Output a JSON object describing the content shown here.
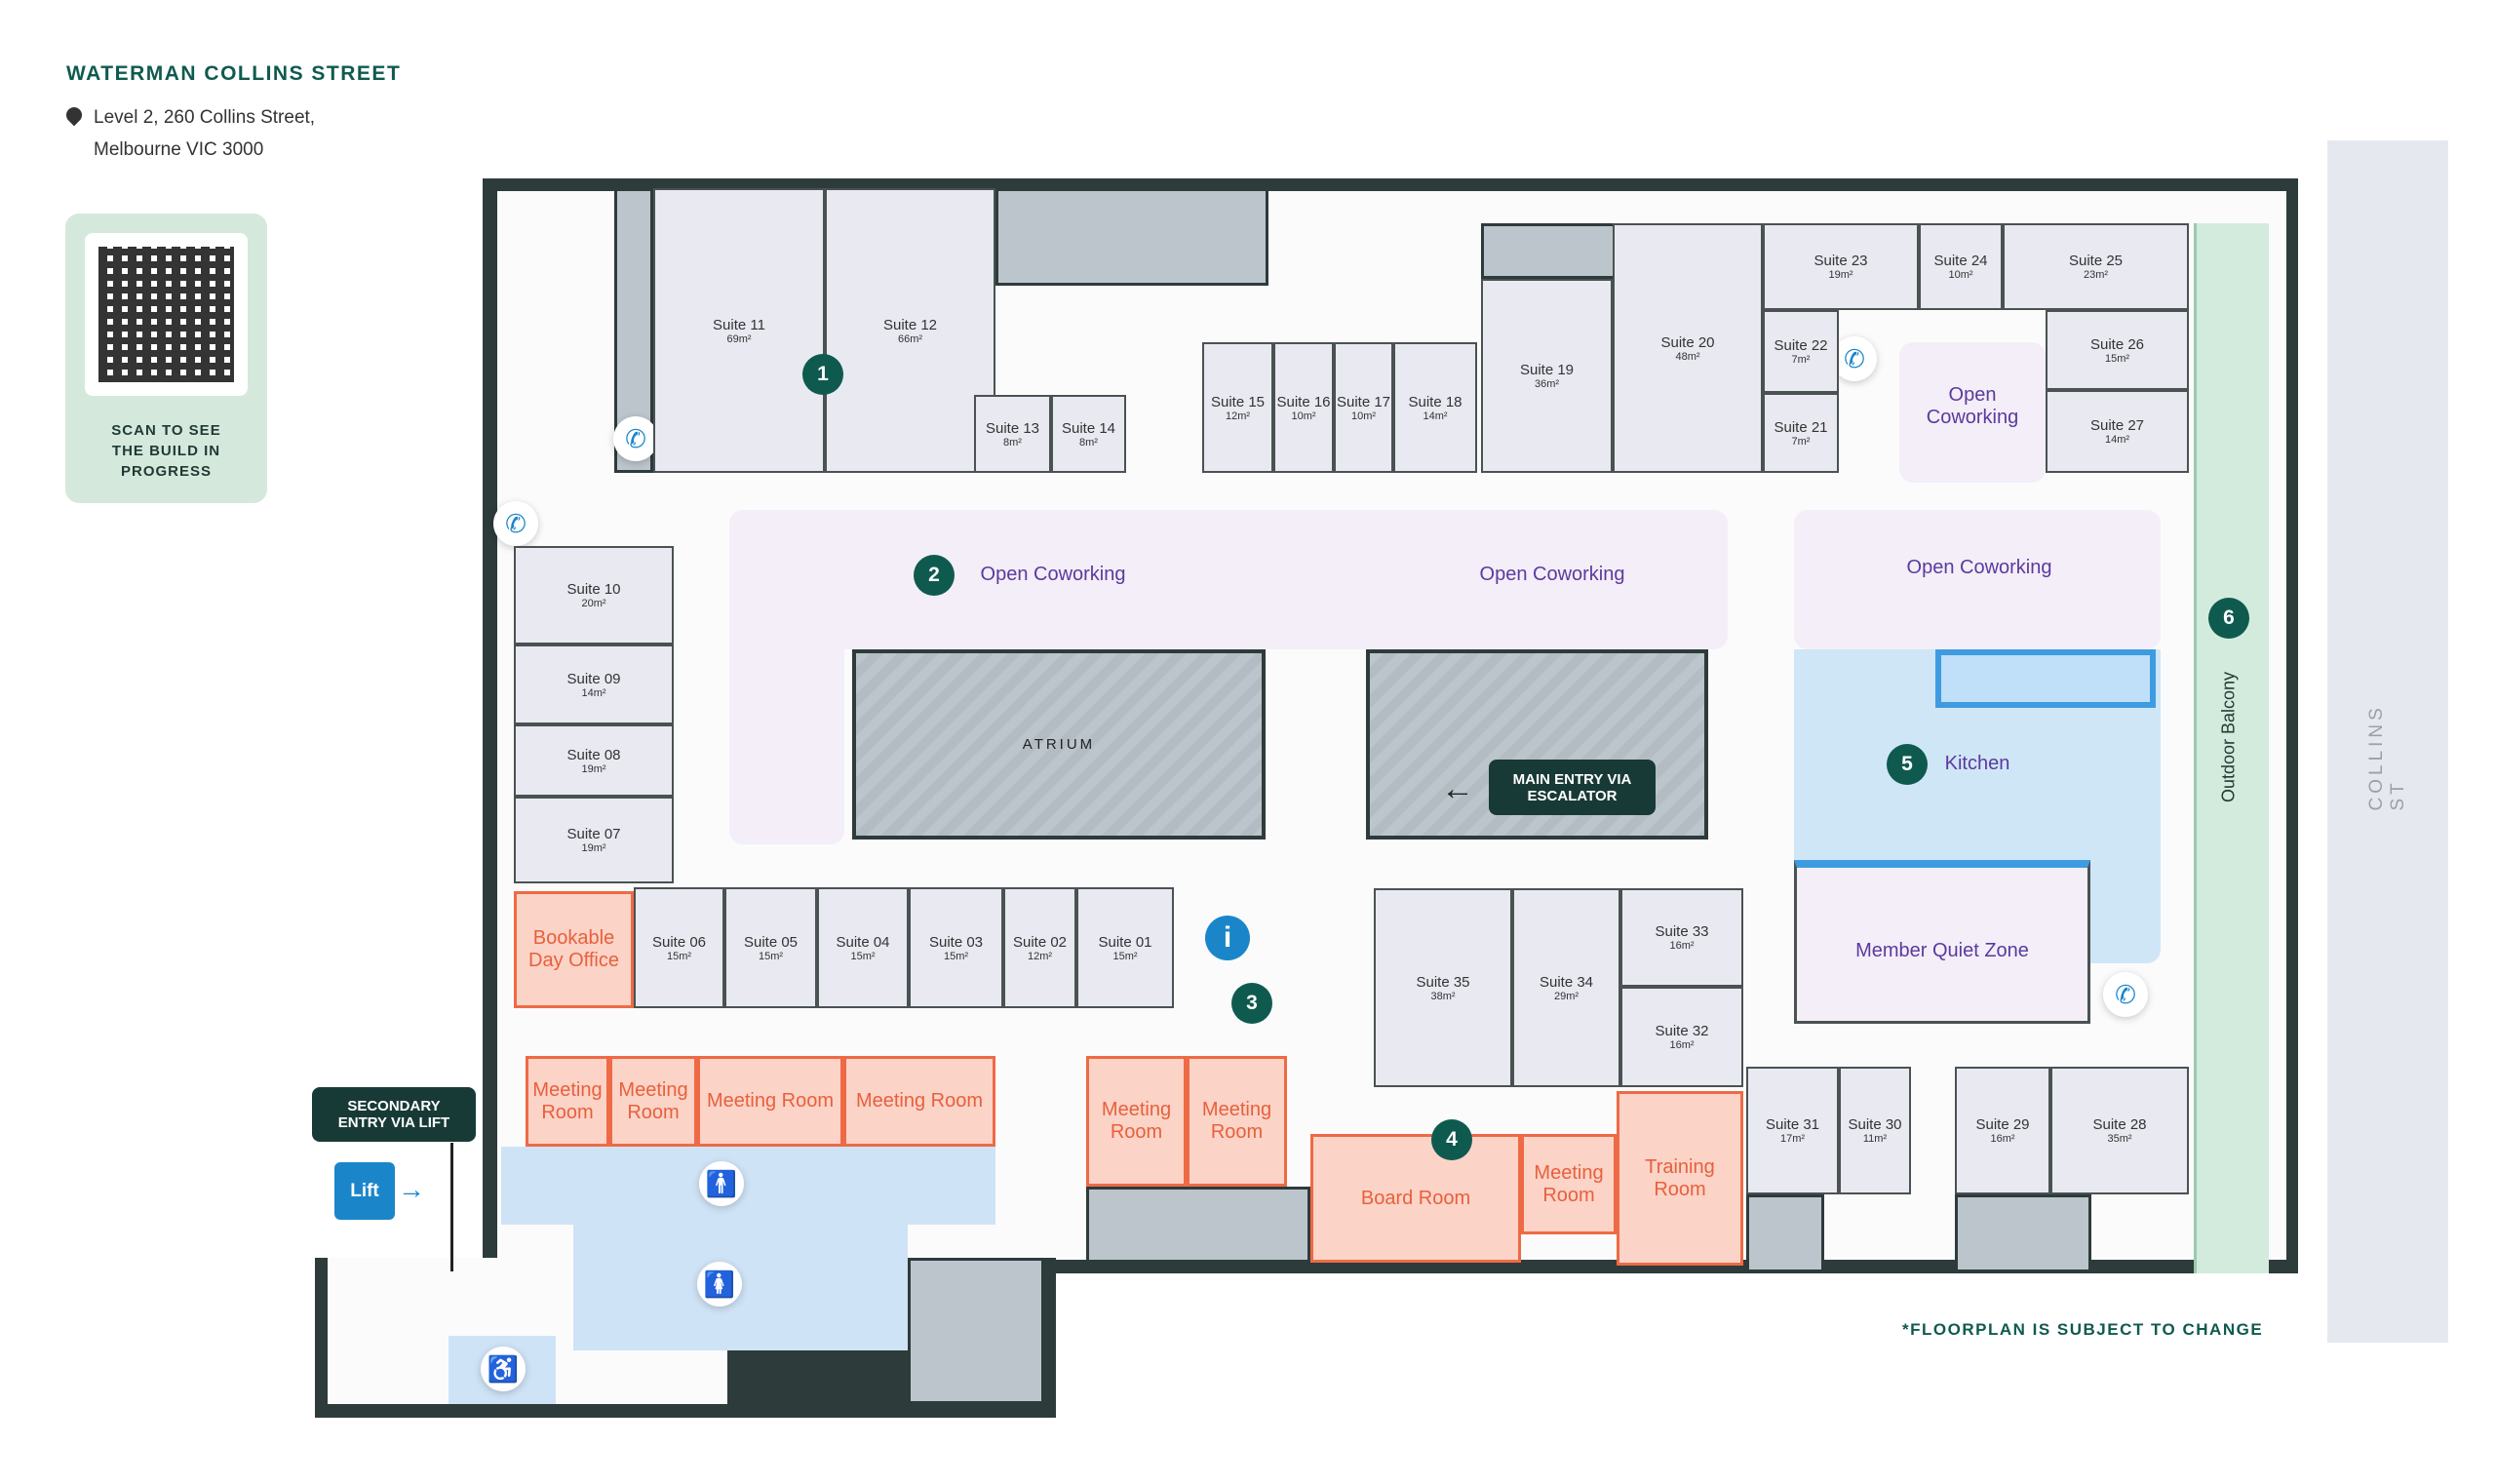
{
  "header": {
    "title": "WATERMAN COLLINS STREET",
    "address_line1": "Level 2, 260 Collins Street,",
    "address_line2": "Melbourne VIC 3000"
  },
  "qr": {
    "caption_l1": "SCAN TO SEE",
    "caption_l2": "THE BUILD IN",
    "caption_l3": "PROGRESS"
  },
  "suites": [
    {
      "label": "Suite 11",
      "area": "69m²"
    },
    {
      "label": "Suite 12",
      "area": "66m²"
    },
    {
      "label": "Suite 13",
      "area": "8m²"
    },
    {
      "label": "Suite 14",
      "area": "8m²"
    },
    {
      "label": "Suite 15",
      "area": "12m²"
    },
    {
      "label": "Suite 16",
      "area": "10m²"
    },
    {
      "label": "Suite 17",
      "area": "10m²"
    },
    {
      "label": "Suite 18",
      "area": "14m²"
    },
    {
      "label": "Suite 19",
      "area": "36m²"
    },
    {
      "label": "Suite 20",
      "area": "48m²"
    },
    {
      "label": "Suite 23",
      "area": "19m²"
    },
    {
      "label": "Suite 24",
      "area": "10m²"
    },
    {
      "label": "Suite 25",
      "area": "23m²"
    },
    {
      "label": "Suite 22",
      "area": "7m²"
    },
    {
      "label": "Suite 21",
      "area": "7m²"
    },
    {
      "label": "Suite 26",
      "area": "15m²"
    },
    {
      "label": "Suite 27",
      "area": "14m²"
    },
    {
      "label": "Suite 10",
      "area": "20m²"
    },
    {
      "label": "Suite 09",
      "area": "14m²"
    },
    {
      "label": "Suite 08",
      "area": "19m²"
    },
    {
      "label": "Suite 07",
      "area": "19m²"
    },
    {
      "label": "Suite 06",
      "area": "15m²"
    },
    {
      "label": "Suite 05",
      "area": "15m²"
    },
    {
      "label": "Suite 04",
      "area": "15m²"
    },
    {
      "label": "Suite 03",
      "area": "15m²"
    },
    {
      "label": "Suite 02",
      "area": "12m²"
    },
    {
      "label": "Suite 01",
      "area": "15m²"
    },
    {
      "label": "Suite 35",
      "area": "38m²"
    },
    {
      "label": "Suite 34",
      "area": "29m²"
    },
    {
      "label": "Suite 33",
      "area": "16m²"
    },
    {
      "label": "Suite 32",
      "area": "16m²"
    },
    {
      "label": "Suite 31",
      "area": "17m²"
    },
    {
      "label": "Suite 30",
      "area": "11m²"
    },
    {
      "label": "Suite 29",
      "area": "16m²"
    },
    {
      "label": "Suite 28",
      "area": "35m²"
    }
  ],
  "bookable": [
    {
      "label": "Bookable Day Office"
    },
    {
      "label": "Meeting Room"
    },
    {
      "label": "Meeting Room"
    },
    {
      "label": "Meeting Room"
    },
    {
      "label": "Meeting Room"
    },
    {
      "label": "Meeting Room"
    },
    {
      "label": "Meeting Room"
    },
    {
      "label": "Board Room"
    },
    {
      "label": "Meeting Room"
    },
    {
      "label": "Training Room"
    }
  ],
  "zones": {
    "open_coworking": "Open Coworking",
    "atrium": "ATRIUM",
    "kitchen": "Kitchen",
    "quiet_zone": "Member Quiet Zone",
    "outdoor_balcony": "Outdoor Balcony",
    "street": "COLLINS ST"
  },
  "labels": {
    "main_entry": "MAIN ENTRY VIA ESCALATOR",
    "secondary_entry": "SECONDARY ENTRY VIA LIFT",
    "lift": "Lift",
    "note": "*FLOORPLAN IS SUBJECT TO CHANGE",
    "info": "i"
  },
  "badges": [
    "1",
    "2",
    "3",
    "4",
    "5",
    "6"
  ],
  "colors": {
    "brand": "#0f5a4f",
    "bookable": "#ee6a45",
    "coworking": "#5b3a9e",
    "kitchen": "#cfe6f7"
  }
}
